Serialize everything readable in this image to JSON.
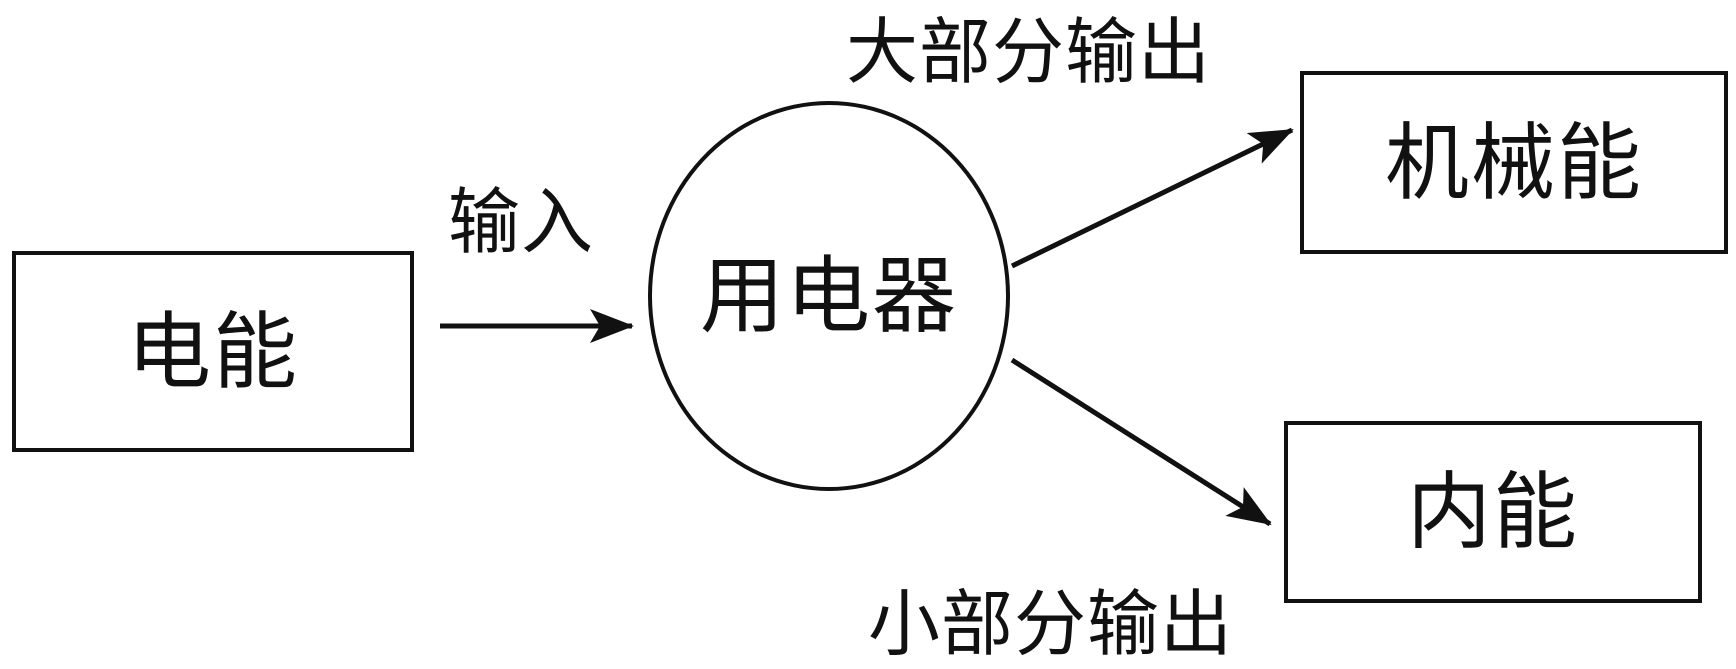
{
  "nodes": {
    "electric_energy": "电能",
    "appliance": "用电器",
    "mechanical_energy": "机械能",
    "internal_energy": "内能"
  },
  "edges": {
    "input": "输入",
    "major_output": "大部分输出",
    "minor_output": "小部分输出"
  },
  "colors": {
    "stroke": "#111111",
    "background": "#ffffff"
  }
}
